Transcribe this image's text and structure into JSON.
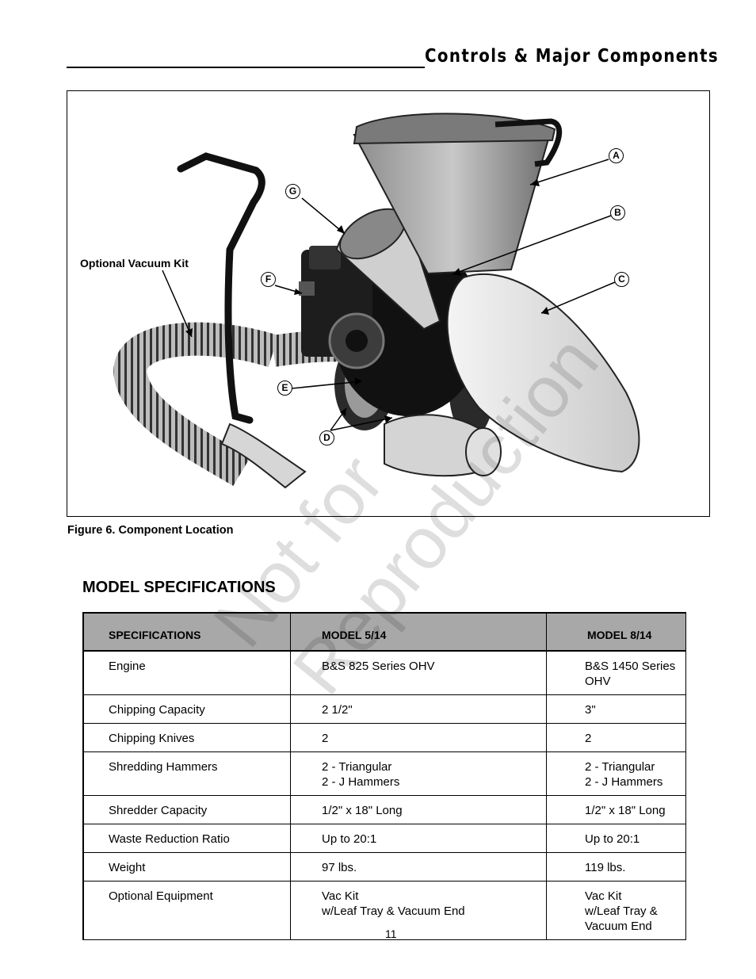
{
  "header": {
    "title": "Controls & Major Components"
  },
  "figure": {
    "callouts": {
      "optional_vacuum_kit": "Optional Vacuum Kit",
      "a": "A",
      "b": "B",
      "c": "C",
      "d": "D",
      "e": "E",
      "f": "F",
      "g": "G"
    },
    "caption": "Figure 6. Component Location"
  },
  "watermark": {
    "line1": "Not for",
    "line2": "Reproduction"
  },
  "section": {
    "title": "MODEL SPECIFICATIONS"
  },
  "specs_table": {
    "headers": [
      "SPECIFICATIONS",
      "MODEL 5/14",
      "MODEL 8/14"
    ],
    "rows": [
      {
        "spec": "Engine",
        "m514": "B&S 825 Series OHV",
        "m814": "B&S 1450 Series OHV"
      },
      {
        "spec": "Chipping Capacity",
        "m514": "2 1/2\"",
        "m814": "3\""
      },
      {
        "spec": "Chipping Knives",
        "m514": "2",
        "m814": "2"
      },
      {
        "spec": "Shredding Hammers",
        "m514": "2 - Triangular",
        "m514b": "2 - J Hammers",
        "m814": "2 - Triangular",
        "m814b": "2 - J Hammers"
      },
      {
        "spec": "Shredder Capacity",
        "m514": "1/2\" x 18\" Long",
        "m814": "1/2\" x 18\" Long"
      },
      {
        "spec": "Waste Reduction Ratio",
        "m514": "Up to 20:1",
        "m814": "Up to 20:1"
      },
      {
        "spec": "Weight",
        "m514": "97 lbs.",
        "m814": "119 lbs."
      },
      {
        "spec": "Optional Equipment",
        "m514": "Vac Kit",
        "m514b": "w/Leaf Tray & Vacuum End",
        "m814": "Vac Kit",
        "m814b": "w/Leaf Tray & Vacuum End"
      }
    ]
  },
  "footer": {
    "page_number": "11"
  }
}
